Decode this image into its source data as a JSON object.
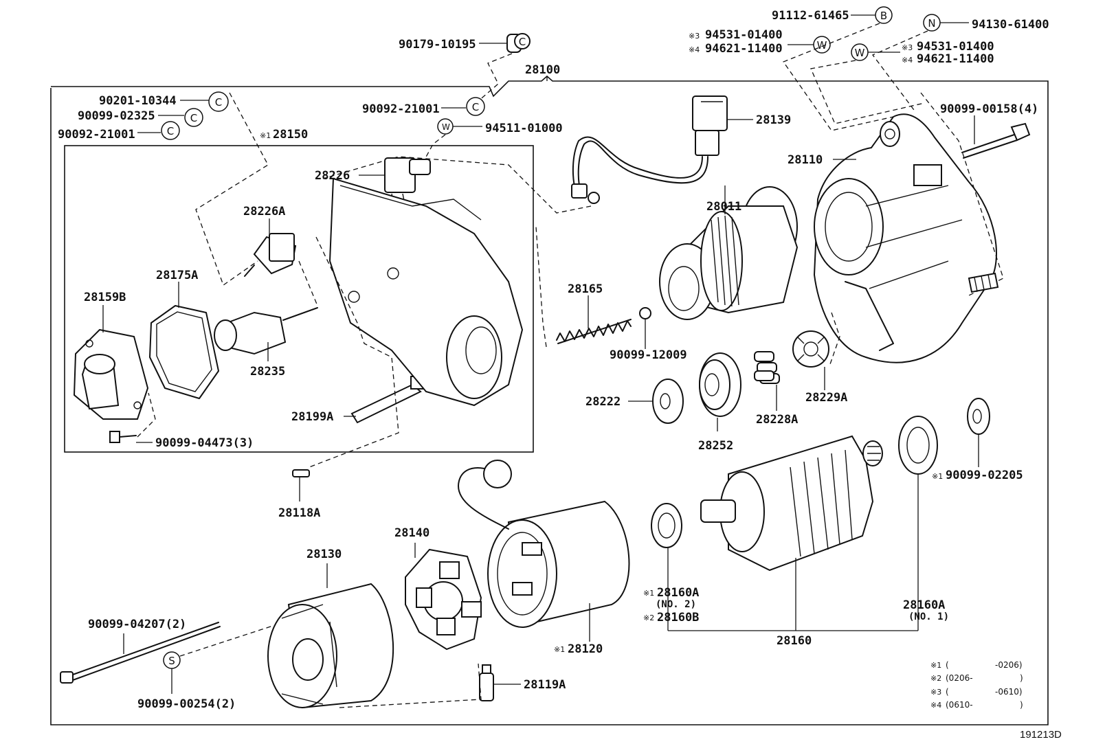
{
  "diagram": {
    "reference_code": "191213D",
    "assembly_number": "28100",
    "subassembly": {
      "mark": "※1",
      "number": "28150"
    },
    "symbols": {
      "B": "B",
      "N": "N",
      "W": "W",
      "C": "C",
      "S": "S"
    },
    "parts": {
      "p_91112_61465": "91112-61465",
      "p_94130_61400": "94130-61400",
      "p_94531_01400_a": "94531-01400",
      "p_94621_11400_a": "94621-11400",
      "p_94531_01400_b": "94531-01400",
      "p_94621_11400_b": "94621-11400",
      "p_90179_10195": "90179-10195",
      "p_90201_10344": "90201-10344",
      "p_90099_02325": "90099-02325",
      "p_90092_21001_a": "90092-21001",
      "p_90092_21001_b": "90092-21001",
      "p_94511_01000": "94511-01000",
      "p_28139": "28139",
      "p_90099_00158": "90099-00158(4)",
      "p_28110": "28110",
      "p_28226": "28226",
      "p_28226A": "28226A",
      "p_28175A": "28175A",
      "p_28159B": "28159B",
      "p_28235": "28235",
      "p_28199A": "28199A",
      "p_90099_04473": "90099-04473(3)",
      "p_28011": "28011",
      "p_28165": "28165",
      "p_90099_12009": "90099-12009",
      "p_28222": "28222",
      "p_28252": "28252",
      "p_28228A": "28228A",
      "p_28229A": "28229A",
      "p_90099_02205": "90099-02205",
      "p_28118A": "28118A",
      "p_28140": "28140",
      "p_28130": "28130",
      "p_28120": "28120",
      "p_28160A_no2": "28160A",
      "p_no2": "(NO. 2)",
      "p_28160B": "28160B",
      "p_28160A_no1": "28160A",
      "p_no1": "(NO. 1)",
      "p_28160": "28160",
      "p_90099_04207": "90099-04207(2)",
      "p_90099_00254": "90099-00254(2)",
      "p_28119A": "28119A"
    },
    "marks": {
      "m1": "※1",
      "m2": "※2",
      "m3": "※3",
      "m4": "※4"
    },
    "legend": [
      {
        "mark": "※1",
        "from": "(",
        "to": "-0206)"
      },
      {
        "mark": "※2",
        "from": "(0206-",
        "to": ")"
      },
      {
        "mark": "※3",
        "from": "(",
        "to": "-0610)"
      },
      {
        "mark": "※4",
        "from": "(0610-",
        "to": ")"
      }
    ]
  }
}
